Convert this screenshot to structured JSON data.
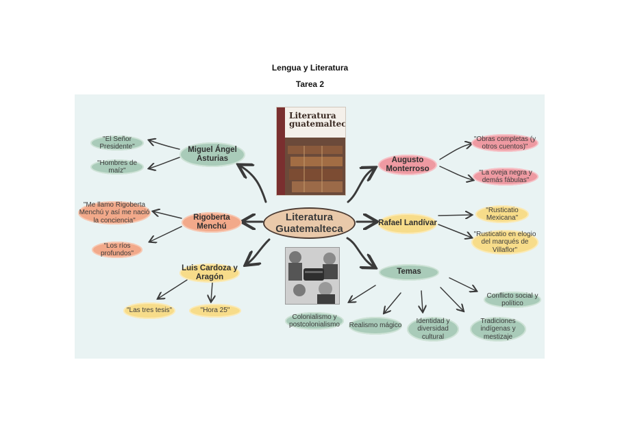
{
  "header": {
    "title": "Lengua y Literatura",
    "subtitle": "Tarea 2"
  },
  "center": {
    "label": "Literatura Guatemalteca"
  },
  "book": {
    "title": "Literatura guatemalteca"
  },
  "authors": {
    "asturias": {
      "name": "Miguel Ángel Asturias",
      "works": [
        "\"El Señor Presidente\"",
        "\"Hombres de maíz\""
      ]
    },
    "menchu": {
      "name": "Rigoberta Menchú",
      "works": [
        "\"Me llamo Rigoberta Menchú y así me nació la conciencia\"",
        "\"Los ríos profundos\""
      ]
    },
    "cardoza": {
      "name": "Luis Cardoza y Aragón",
      "works": [
        "\"Las tres tesis\"",
        "\"Hora 25\""
      ]
    },
    "monterroso": {
      "name": "Augusto Monterroso",
      "works": [
        "\"Obras completas (y otros cuentos)\"",
        "\"La oveja negra y demás fábulas\""
      ]
    },
    "landivar": {
      "name": "Rafael Landívar",
      "works": [
        "\"Rusticatio Mexicana\"",
        "\"Rusticatio en elogio del marqués de Villaflor\""
      ]
    }
  },
  "temas": {
    "label": "Temas",
    "items": [
      "Colonialismo y postcolonialismo",
      "Realismo mágico",
      "Identidad y diversidad cultural",
      "Tradiciones indígenas y mestizaje",
      "Conflicto social y político"
    ]
  },
  "colors": {
    "green": "#a9cbb9",
    "salmon": "#f2a98a",
    "yellow": "#f7dc8a",
    "pink": "#ee9aa2",
    "center": "#e9c9aa",
    "panel": "#e9f3f3"
  }
}
